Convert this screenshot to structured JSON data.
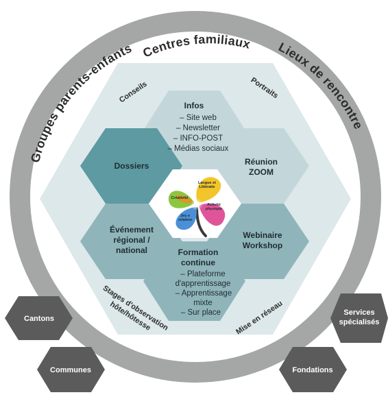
{
  "ring": {
    "top": "Centres familiaux",
    "left": "Groupes parents-enfants",
    "right": "Lieux de rencontre"
  },
  "corners": {
    "conseils": "Conseils",
    "portraits": "Portraits",
    "stages_line1": "Stages d'observation",
    "stages_line2": "hôte/hôtesse",
    "mise_en_reseau": "Mise en réseau"
  },
  "hexagons": {
    "infos": {
      "title": "Infos",
      "items": [
        "– Site web",
        "– Newsletter",
        "– INFO-POST",
        "– Médias sociaux"
      ]
    },
    "dossiers": {
      "title": "Dossiers"
    },
    "reunion": {
      "line1": "Réunion",
      "line2": "ZOOM"
    },
    "evenement": {
      "line1": "Événement",
      "line2": "régional /",
      "line3": "national"
    },
    "webinaire": {
      "line1": "Webinaire",
      "line2": "Workshop"
    },
    "formation": {
      "line1": "Formation",
      "line2": "continue",
      "items": [
        "– Plateforme",
        "d'apprentissage",
        "– Apprentissage",
        "mixte",
        "– Sur place"
      ]
    }
  },
  "flower": {
    "petals": [
      "Langue et Littératie",
      "Activité physique",
      "Jeu e relation",
      "Créativité"
    ]
  },
  "outer_hexagons": {
    "cantons": "Cantons",
    "communes": "Communes",
    "services_line1": "Services",
    "services_line2": "spécialisés",
    "fondations": "Fondations"
  },
  "colors": {
    "ring": "#a5a6a6",
    "big_hex": "#dde8ea",
    "light_hex": "#c3d7db",
    "mid_hex": "#8fb5bb",
    "dark_hex": "#5d9aa2",
    "outer_hex": "#5b5b5b"
  }
}
